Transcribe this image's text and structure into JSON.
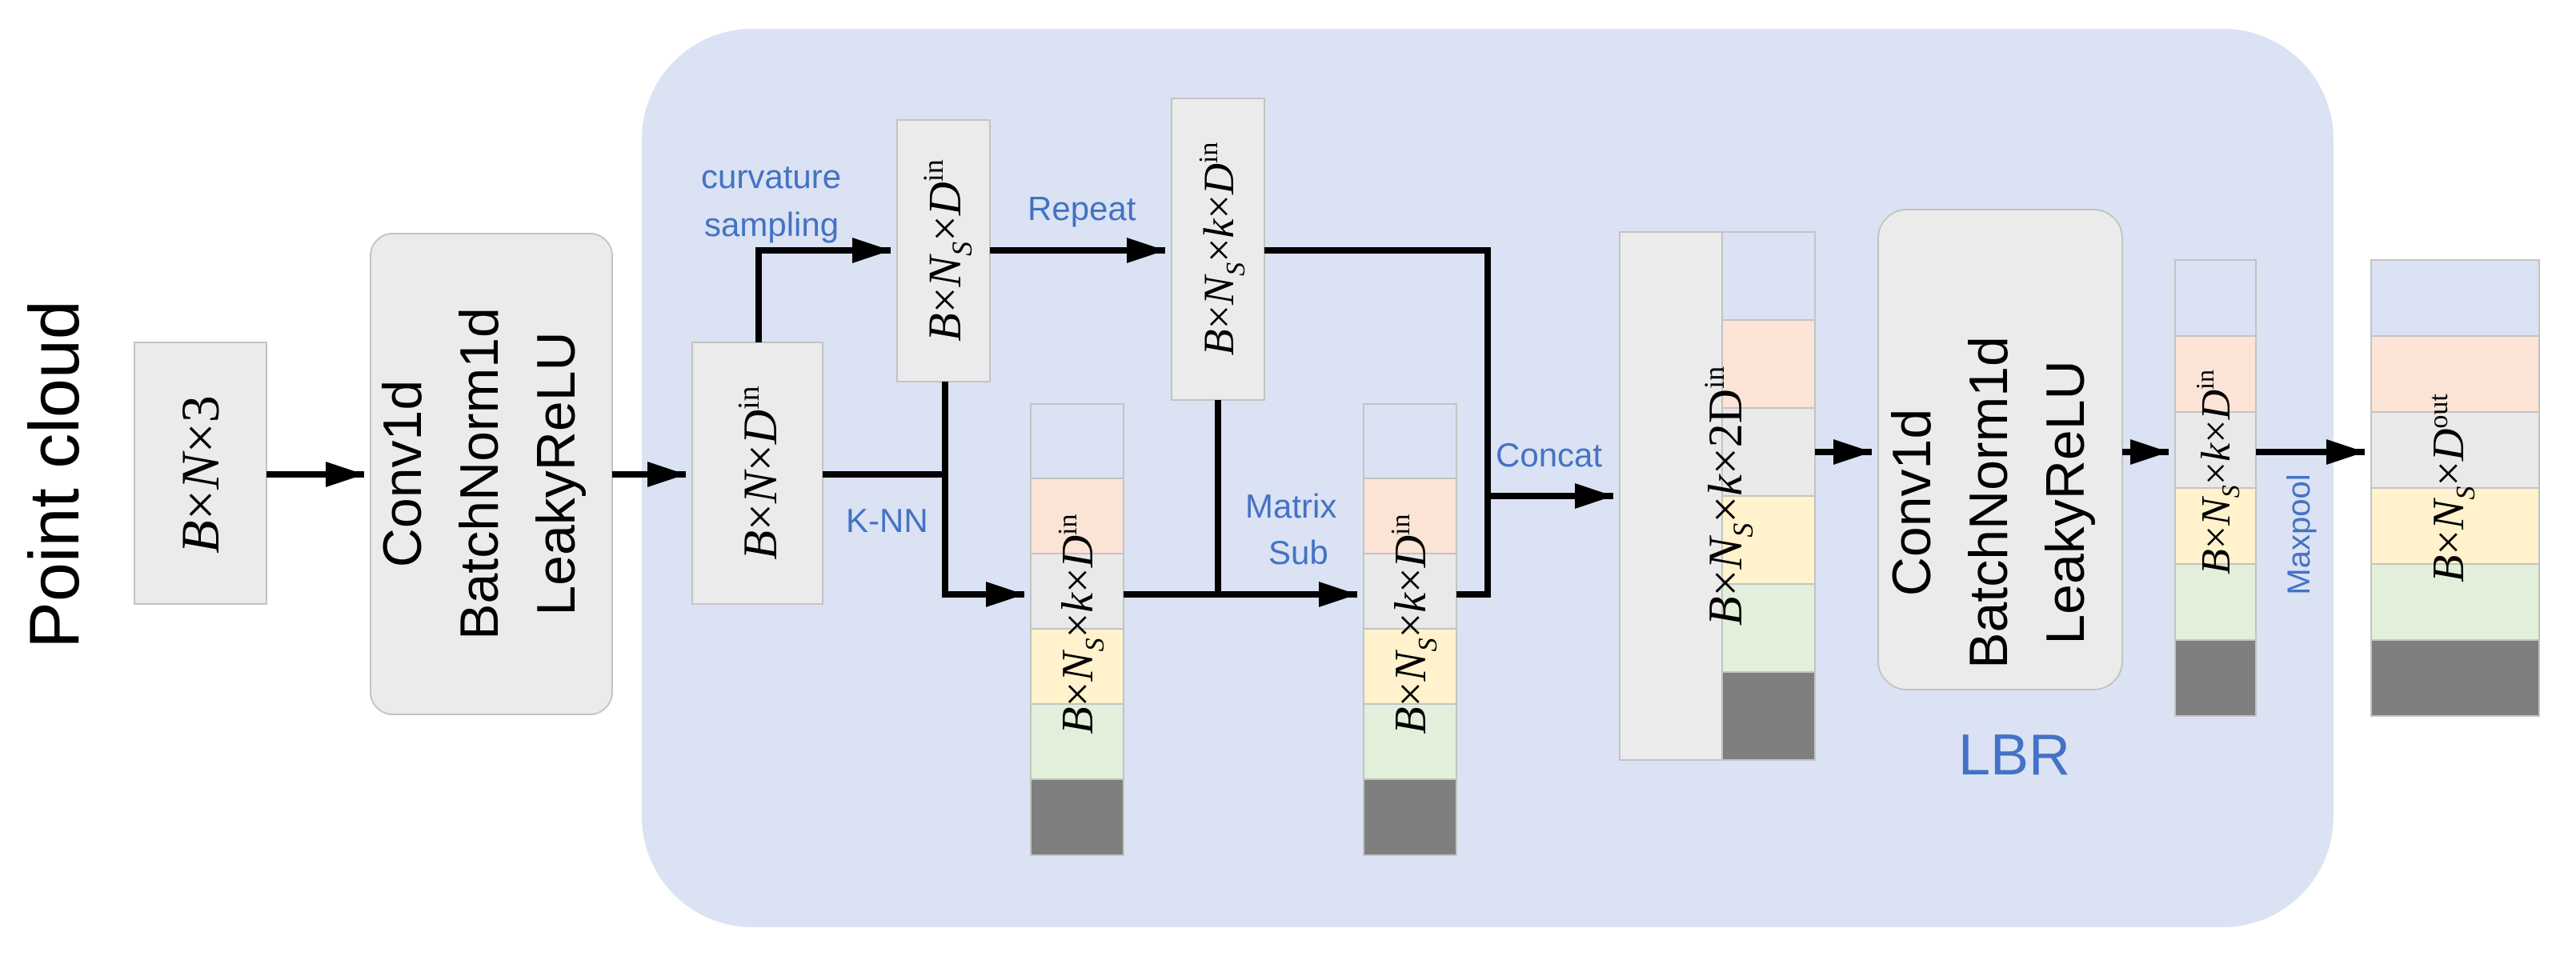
{
  "input_label": "Point cloud",
  "input_shape": {
    "a": "B",
    "b": "N",
    "c": "3"
  },
  "lbr_first": {
    "lines": [
      "Conv1d",
      "BatchNorm1d",
      "LeakyReLU"
    ]
  },
  "lbr_second": {
    "lines": [
      "Conv1d",
      "BatchNorm1d",
      "LeakyReLU"
    ]
  },
  "lbr_caption": "LBR",
  "shapes": {
    "feat_in": {
      "a": "B",
      "b": "N",
      "c": "D",
      "c_sub": "in"
    },
    "sampled": {
      "a": "B",
      "b": "N",
      "b_sub": "S",
      "c": "D",
      "c_sub": "in"
    },
    "repeated": {
      "a": "B",
      "b": "N",
      "b_sub": "S",
      "c": "k",
      "d": "D",
      "d_sub": "in"
    },
    "knn_group": {
      "a": "B",
      "b": "N",
      "b_sub": "S",
      "c": "k",
      "d": "D",
      "d_sub": "in"
    },
    "diff_group": {
      "a": "B",
      "b": "N",
      "b_sub": "S",
      "c": "k",
      "d": "D",
      "d_sub": "in"
    },
    "concat_group": {
      "a": "B",
      "b": "N",
      "b_sub": "S",
      "c": "k",
      "d": "2D",
      "d_sub": "in"
    },
    "lbr_out": {
      "a": "B",
      "b": "N",
      "b_sub": "S",
      "c": "k",
      "d": "D",
      "d_sub": "in"
    },
    "output": {
      "a": "B",
      "b": "N",
      "b_sub": "S",
      "c": "D",
      "c_sub": "out"
    }
  },
  "ops": {
    "curvature_1": "curvature",
    "curvature_2": "sampling",
    "repeat": "Repeat",
    "knn": "K-NN",
    "matrix_1": "Matrix",
    "matrix_2": "Sub",
    "concat": "Concat",
    "maxpool": "Maxpool"
  },
  "colors": {
    "panel": "#dae2f3",
    "box": "#ebebeb",
    "box_border": "#c3c3c3",
    "blue": "#dae2f3",
    "orange": "#fbe3d6",
    "gray": "#e9e9e9",
    "yellow": "#fff2cc",
    "green": "#e2efda",
    "dark": "#7f7f7f",
    "label_blue": "#4472c4",
    "line": "#000000"
  }
}
